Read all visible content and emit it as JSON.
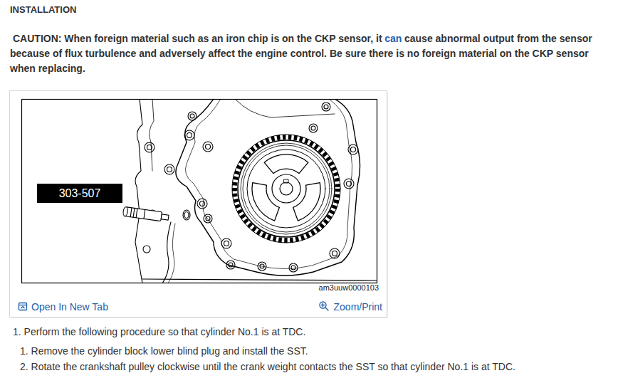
{
  "diagram": {
    "title": "INSTALLATION",
    "nodes": [
      {
        "text": [
          "303-507"
        ]
      }
    ],
    "labels": [
      "CAUTION: When foreign material such as an iron chip is on the CKP sensor, it",
      "can",
      "cause abnormal output from the sensor because of flux turbulence and adversely affect the engine control. Be sure there is no foreign material on the CKP sensor when replacing.",
      "am3uuw0000103",
      "Open In New Tab",
      "Zoom/Print",
      "1. Perform the following procedure so that cylinder No.1 is at TDC.",
      "1. Remove the cylinder block lower blind plug and install the SST.",
      "2. Rotate the crankshaft pulley clockwise until the crank weight contacts the SST so that cylinder No.1 is at TDC."
    ]
  }
}
